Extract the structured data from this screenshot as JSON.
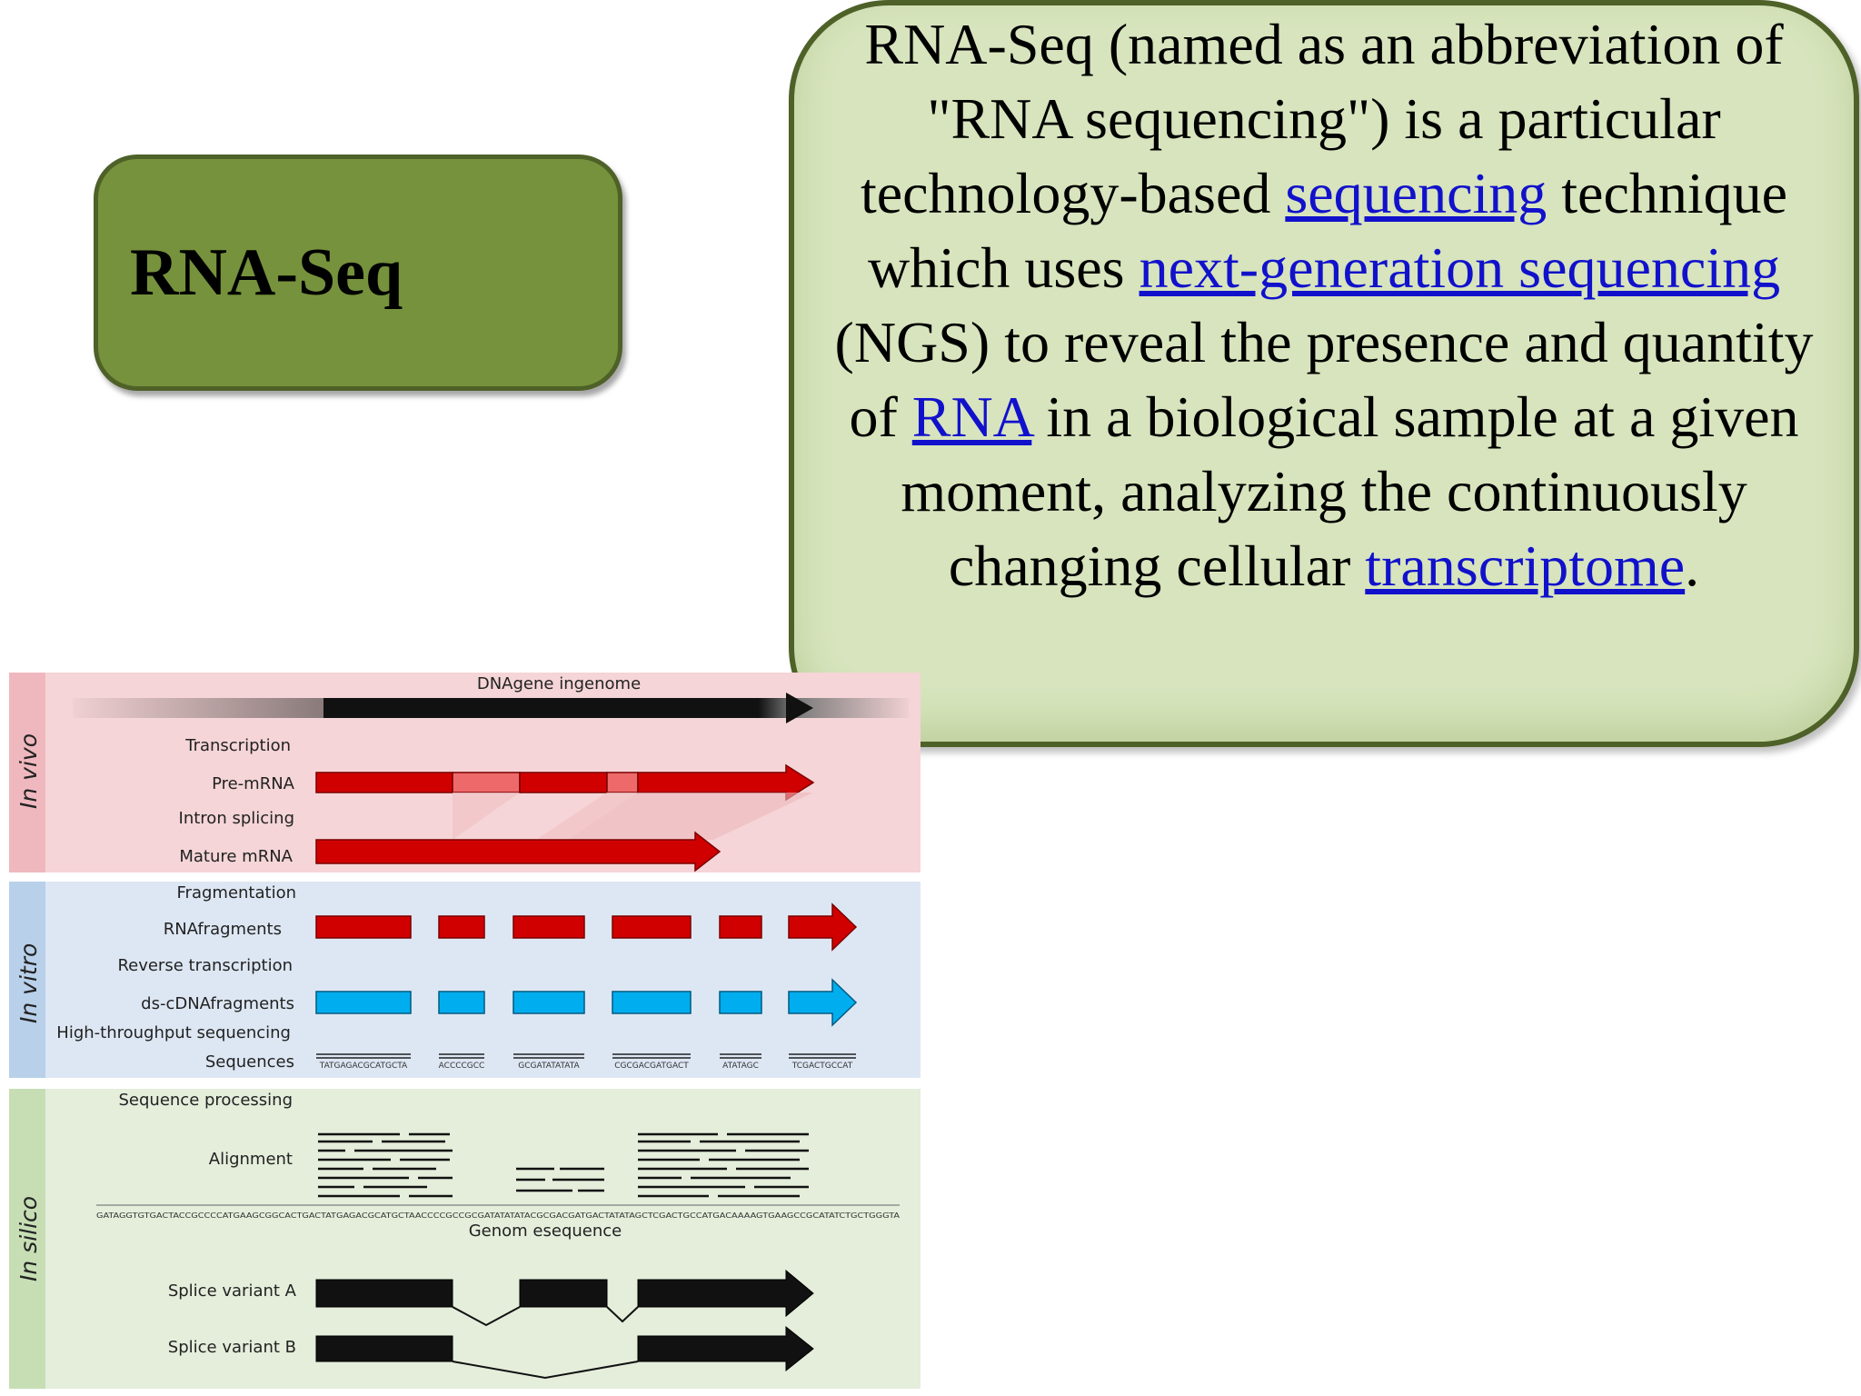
{
  "title": "RNA-Seq",
  "definition": {
    "p1": "RNA-Seq (named as an abbreviation of \"RNA sequencing\") is a particular technology-based ",
    "link1": "sequencing",
    "p2": " technique which uses ",
    "link2": "next-generation sequencing",
    "p3": " (NGS) to reveal the presence and quantity of ",
    "link3": "RNA",
    "p4": " in a biological sample at a given moment, analyzing the continuously changing cellular ",
    "link4": "transcriptome",
    "p5": "."
  },
  "diagram": {
    "sections": [
      "In vivo",
      "In vitro",
      "In silico"
    ],
    "dna_label": "DNAgene ingenome",
    "labels": {
      "transcription": "Transcription",
      "pre_mrna": "Pre-mRNA",
      "intron_splicing": "Intron splicing",
      "mature_mrna": "Mature mRNA",
      "fragmentation": "Fragmentation",
      "rna_fragments": "RNAfragments",
      "reverse_transcription": "Reverse transcription",
      "ds_cdna": "ds-cDNAfragments",
      "high_throughput": "High-throughput sequencing",
      "sequences": "Sequences",
      "sequence_processing": "Sequence processing",
      "alignment": "Alignment",
      "genome_sequence": "Genom esequence",
      "splice_a": "Splice variant A",
      "splice_b": "Splice variant B"
    },
    "sequence_reads": [
      "TATGAGACGCATGCTA",
      "ACCCCGCC",
      "GCGATATATATA",
      "CGCGACGATGACT",
      "ATATAGC",
      "TCGACTGCCAT"
    ],
    "genome_string": "GATAGGTGTGACTACCGCCCCATGAAGCGGCACTGACTATGAGACGCATGCTAACCCCGCCGCGATATATATACGCGACGATGACTATATAGCTCGACTGCCATGACAAAAGTGAAGCCGCATATCTGCTGGGTA",
    "colors": {
      "in_vivo_bg": "#f5d5d7",
      "in_vitro_bg": "#dde7f3",
      "in_silico_bg": "#e4eedb",
      "rna": "#d10000",
      "exon_light": "#ee6a6a",
      "cdna": "#00aeef",
      "dna": "#111111"
    }
  }
}
